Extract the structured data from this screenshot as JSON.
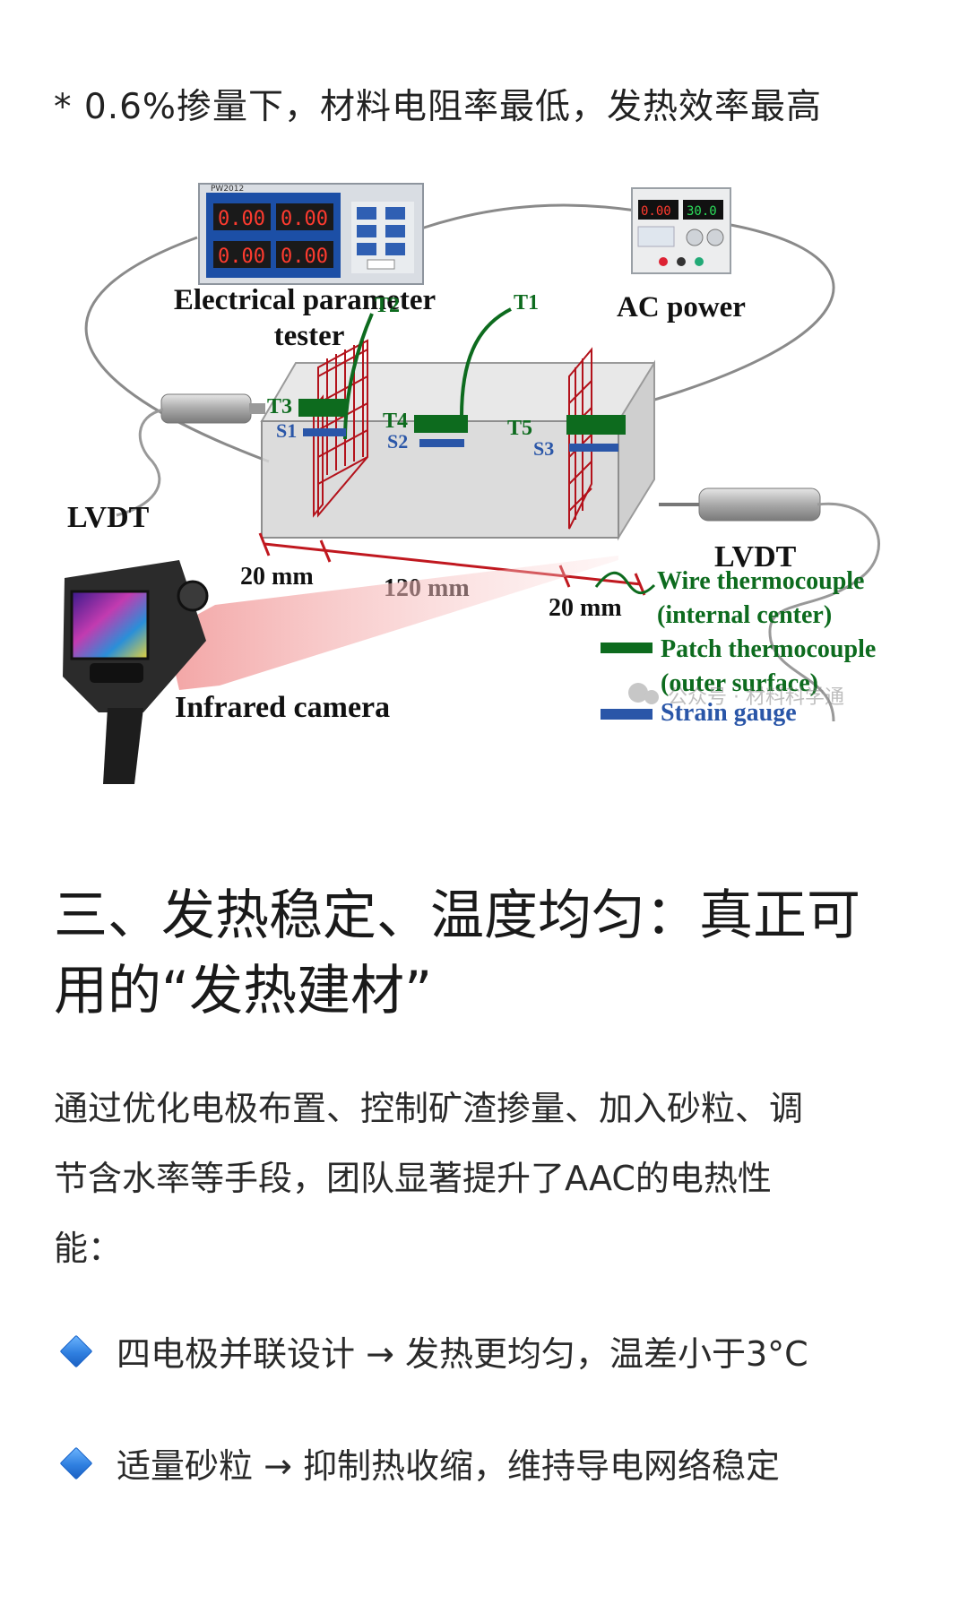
{
  "note": "* 0.6%掺量下，材料电阻率最低，发热效率最高",
  "figure": {
    "tester_label_1": "Electrical parameter",
    "tester_label_2": "tester",
    "tester_model": "PW2012",
    "tester_readings": [
      "0.00",
      "0.00",
      "0.00",
      "0.00"
    ],
    "ac_label": "AC power",
    "ac_readings": [
      "0.00",
      "30.0"
    ],
    "lvdt_left": "LVDT",
    "lvdt_right": "LVDT",
    "thermocouples": [
      "T1",
      "T2",
      "T3",
      "T4",
      "T5"
    ],
    "gauges": [
      "S1",
      "S2",
      "S3"
    ],
    "dims": [
      "20 mm",
      "120 mm",
      "20 mm"
    ],
    "camera_label": "Infrared camera",
    "legend": {
      "wire_1": "Wire thermocouple",
      "wire_2": "(internal center)",
      "patch_1": "Patch thermocouple",
      "patch_2": "(outer surface)",
      "strain": "Strain gauge"
    },
    "watermark": "公众号 · 材料科学通",
    "colors": {
      "green": "#0d6b1e",
      "blue": "#2a56a8",
      "red": "#c0181f"
    }
  },
  "heading_lines": [
    "三、发热稳定、温度均匀：真正可",
    "用的“发热建材”"
  ],
  "paragraph_lines": [
    "通过优化电极布置、控制矿渣掺量、加入砂粒、调",
    "节含水率等手段，团队显著提升了AAC的电热性",
    "能："
  ],
  "bullets": [
    {
      "icon": "blue-diamond-icon",
      "text": "四电极并联设计 → 发热更均匀，温差小于3°C"
    },
    {
      "icon": "blue-diamond-icon",
      "text": "适量砂粒 → 抑制热收缩，维持导电网络稳定"
    }
  ]
}
